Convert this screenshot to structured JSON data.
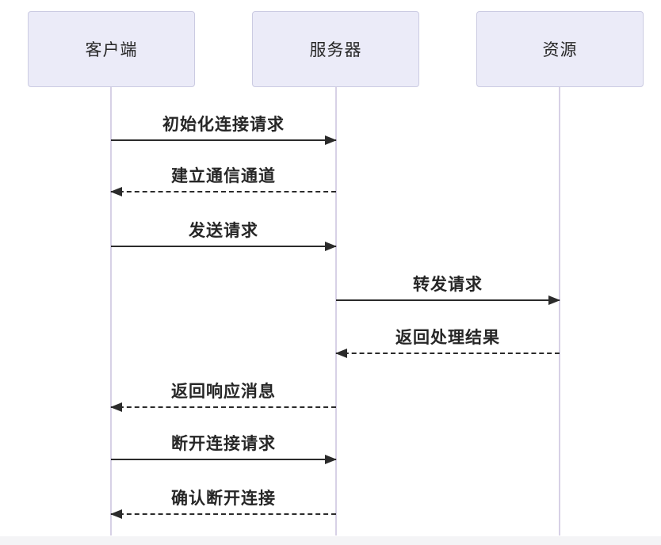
{
  "diagram": {
    "type": "sequence",
    "actors": [
      {
        "id": "client",
        "label": "客户端"
      },
      {
        "id": "server",
        "label": "服务器"
      },
      {
        "id": "resource",
        "label": "资源"
      }
    ],
    "messages": [
      {
        "from": "client",
        "to": "server",
        "label": "初始化连接请求",
        "line": "solid",
        "direction": "right"
      },
      {
        "from": "server",
        "to": "client",
        "label": "建立通信通道",
        "line": "dashed",
        "direction": "left"
      },
      {
        "from": "client",
        "to": "server",
        "label": "发送请求",
        "line": "solid",
        "direction": "right"
      },
      {
        "from": "server",
        "to": "resource",
        "label": "转发请求",
        "line": "solid",
        "direction": "right"
      },
      {
        "from": "resource",
        "to": "server",
        "label": "返回处理结果",
        "line": "dashed",
        "direction": "left"
      },
      {
        "from": "server",
        "to": "client",
        "label": "返回响应消息",
        "line": "dashed",
        "direction": "left"
      },
      {
        "from": "client",
        "to": "server",
        "label": "断开连接请求",
        "line": "solid",
        "direction": "right"
      },
      {
        "from": "server",
        "to": "client",
        "label": "确认断开连接",
        "line": "dashed",
        "direction": "left"
      }
    ],
    "colors": {
      "actor_fill": "#ebebf8",
      "actor_border": "#cbcbe2",
      "lifeline": "#d7d1e6",
      "arrow": "#2b2b2b",
      "text": "#262626",
      "bottom_strip": "#f4f4f6"
    }
  }
}
